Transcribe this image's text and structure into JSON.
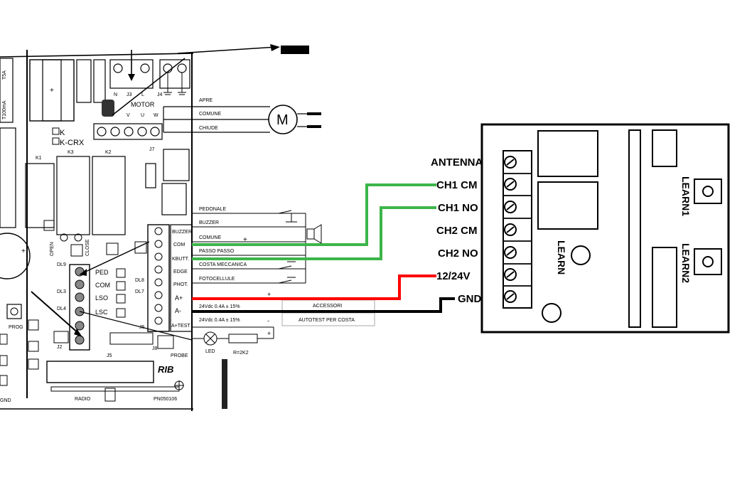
{
  "board": {
    "fuses": [
      "T100mA",
      "T5A"
    ],
    "connectors": [
      "J3",
      "J4",
      "J7",
      "J6",
      "J2",
      "J5",
      "J8",
      "K1",
      "K3",
      "K2"
    ],
    "terminal_letters": [
      "N",
      "L"
    ],
    "motor": {
      "title": "MOTOR",
      "pins": [
        "V",
        "U",
        "W"
      ]
    },
    "k_labels": [
      "K",
      "K-CRX"
    ],
    "leds": [
      "DL9",
      "DL3",
      "DL4",
      "DL8",
      "DL7"
    ],
    "side_labels": [
      "OPEN",
      "CLOSE"
    ],
    "limit_labels": [
      "PED",
      "COM",
      "LSO",
      "LSC"
    ],
    "prog": "PROG",
    "probe": "PROBE",
    "radio": "RADIO",
    "brand": "RIB",
    "part_no": "PN050106",
    "gnd": "GND",
    "terminals": [
      "BUZZER",
      "COM",
      "KBUTT.",
      "EDGE",
      "PHOT.",
      "A+",
      "A-",
      "A+TEST"
    ]
  },
  "motor_wires": [
    "APRE",
    "COMUNE",
    "CHIUDE"
  ],
  "motor_symbol": "M",
  "io_wires": [
    "PEDONALE",
    "BUZZER",
    "COMUNE",
    "PASSO PASSO",
    "COSTA MECCANICA",
    "FOTOCELLULE"
  ],
  "power_lines": [
    "24Vdc 0.4A ± 15%",
    "24Vdc 0.4A ± 15%"
  ],
  "accessory_box": [
    "ACCESSORI",
    "AUTOTEST PER COSTA"
  ],
  "signs": [
    "-",
    "+",
    "+",
    "-",
    "+"
  ],
  "led_label": "LED",
  "resistor_label": "R=2K2",
  "receiver": {
    "terminals": [
      "ANTENNA",
      "CH1 CM",
      "CH1 NO",
      "CH2 CM",
      "CH2 NO",
      "12/24V",
      "GND"
    ],
    "learn": "LEARN",
    "learn1": "LEARN1",
    "learn2": "LEARN2"
  },
  "colors": {
    "ch1_wires": "#3cb54a",
    "positive_wire": "#ff0000",
    "ground_wire": "#000000"
  }
}
